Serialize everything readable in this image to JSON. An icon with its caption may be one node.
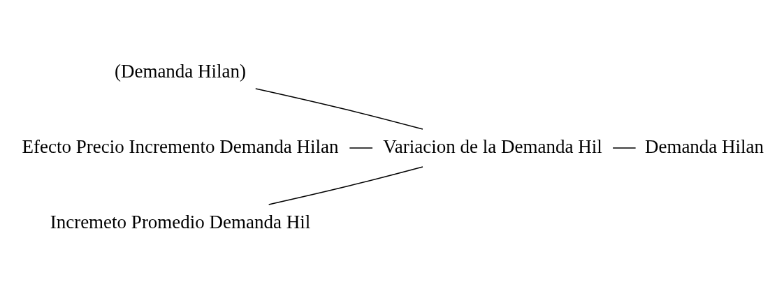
{
  "diagram": {
    "nodes": [
      {
        "text": [
          "(Demanda Hilan)"
        ]
      },
      {
        "text": [
          "Efecto Precio Incremento Demanda Hilan"
        ]
      },
      {
        "text": [
          "Incremeto Promedio Demanda Hil"
        ]
      },
      {
        "text": [
          "Variacion de la Demanda Hil"
        ]
      },
      {
        "text": [
          "Demanda Hilan"
        ]
      }
    ],
    "edges": [
      {
        "from": 0,
        "to": 3,
        "arrow": "none"
      },
      {
        "from": 1,
        "to": 3,
        "arrow": "none"
      },
      {
        "from": 2,
        "to": 3,
        "arrow": "none"
      },
      {
        "from": 3,
        "to": 4,
        "arrow": "none"
      }
    ]
  }
}
